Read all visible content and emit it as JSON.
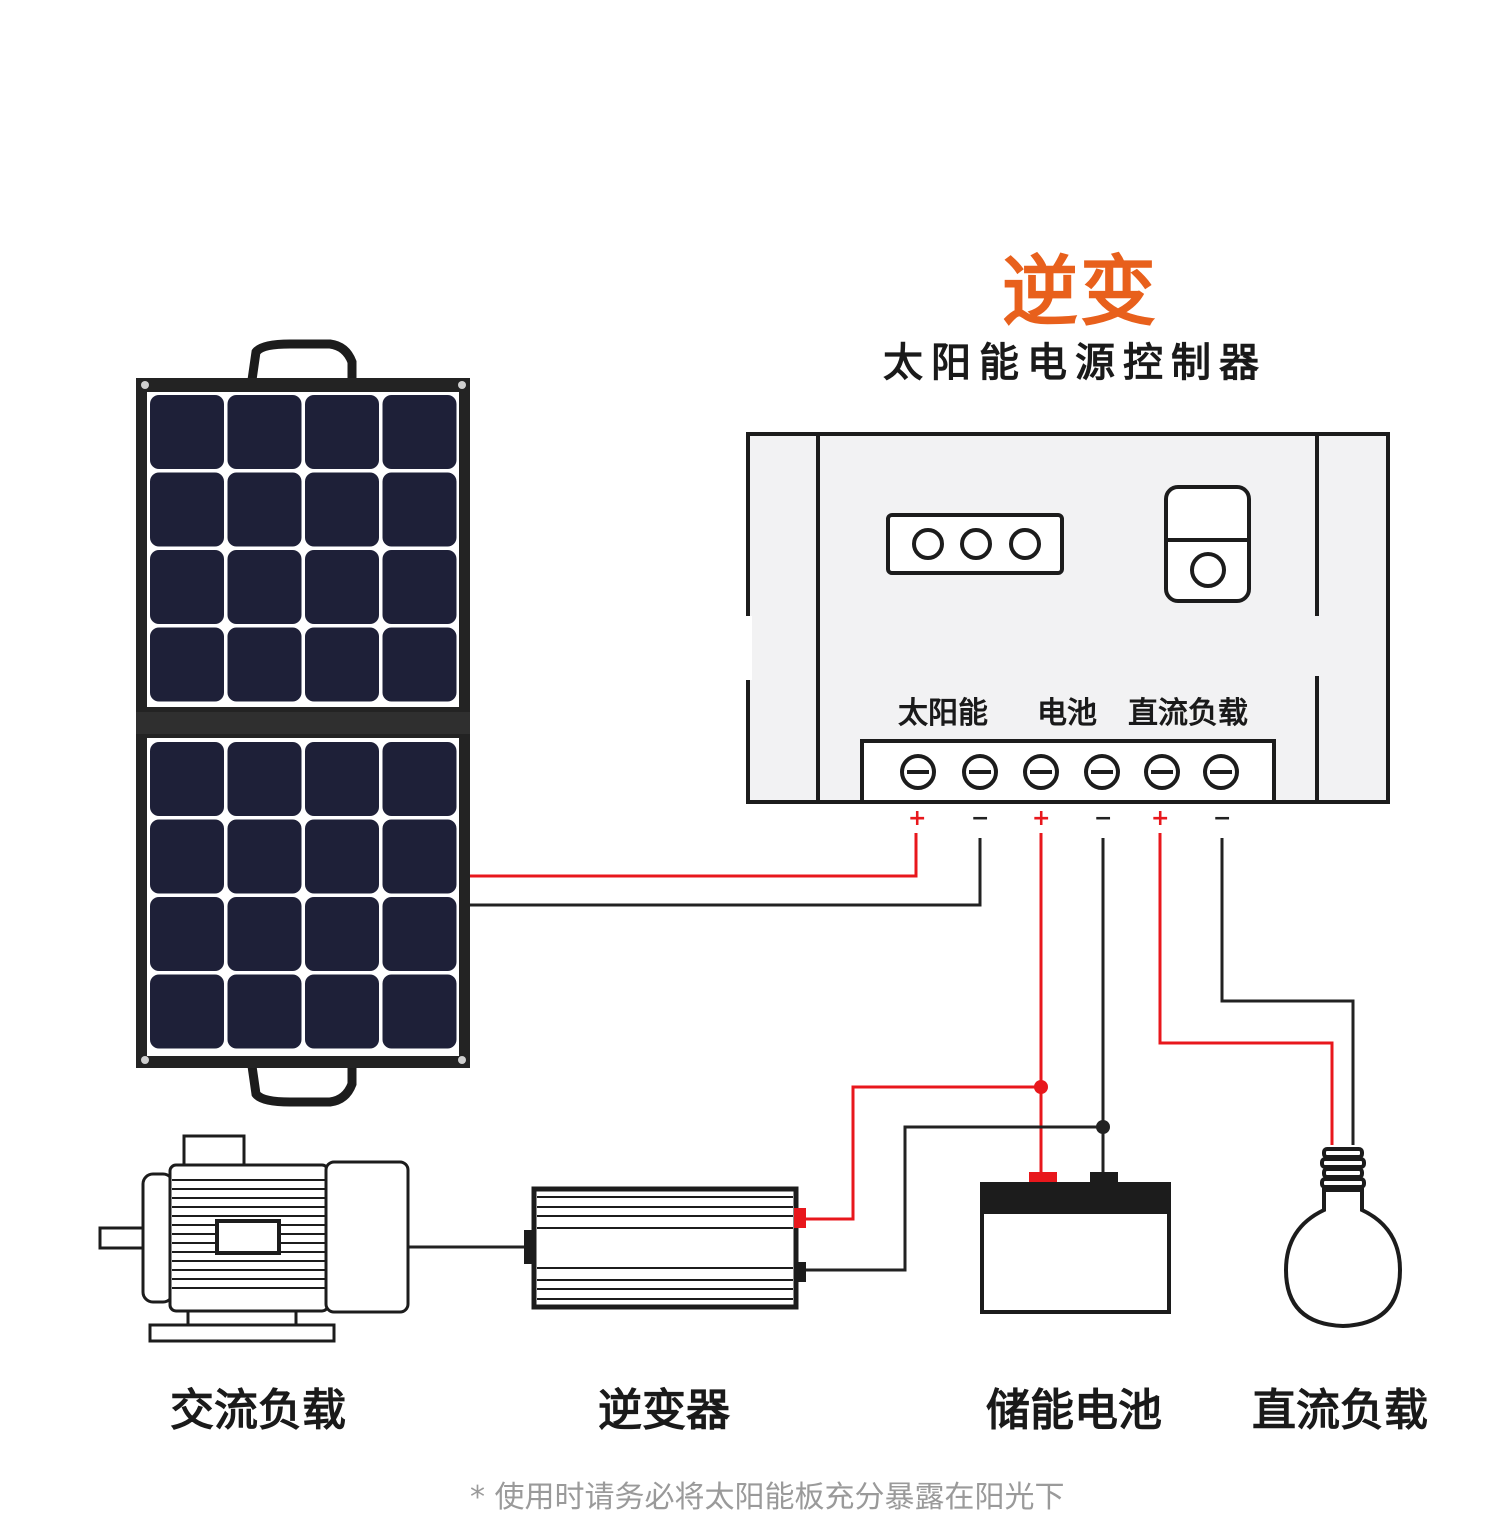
{
  "title": "逆变",
  "subtitle": "太阳能电源控制器",
  "controller": {
    "terminal_labels": [
      "太阳能",
      "电池",
      "直流负载"
    ],
    "polarity": [
      "+",
      "−",
      "+",
      "−",
      "+",
      "−"
    ]
  },
  "components": [
    "交流负载",
    "逆变器",
    "储能电池",
    "直流负载"
  ],
  "footnote": "使用时请务必将太阳能板充分暴露在阳光下",
  "colors": {
    "title": "#e8601c",
    "positive_wire": "#e8171c",
    "negative_wire": "#222222",
    "panel_cell": "#1e2038",
    "controller_fill": "#f2f2f3"
  }
}
